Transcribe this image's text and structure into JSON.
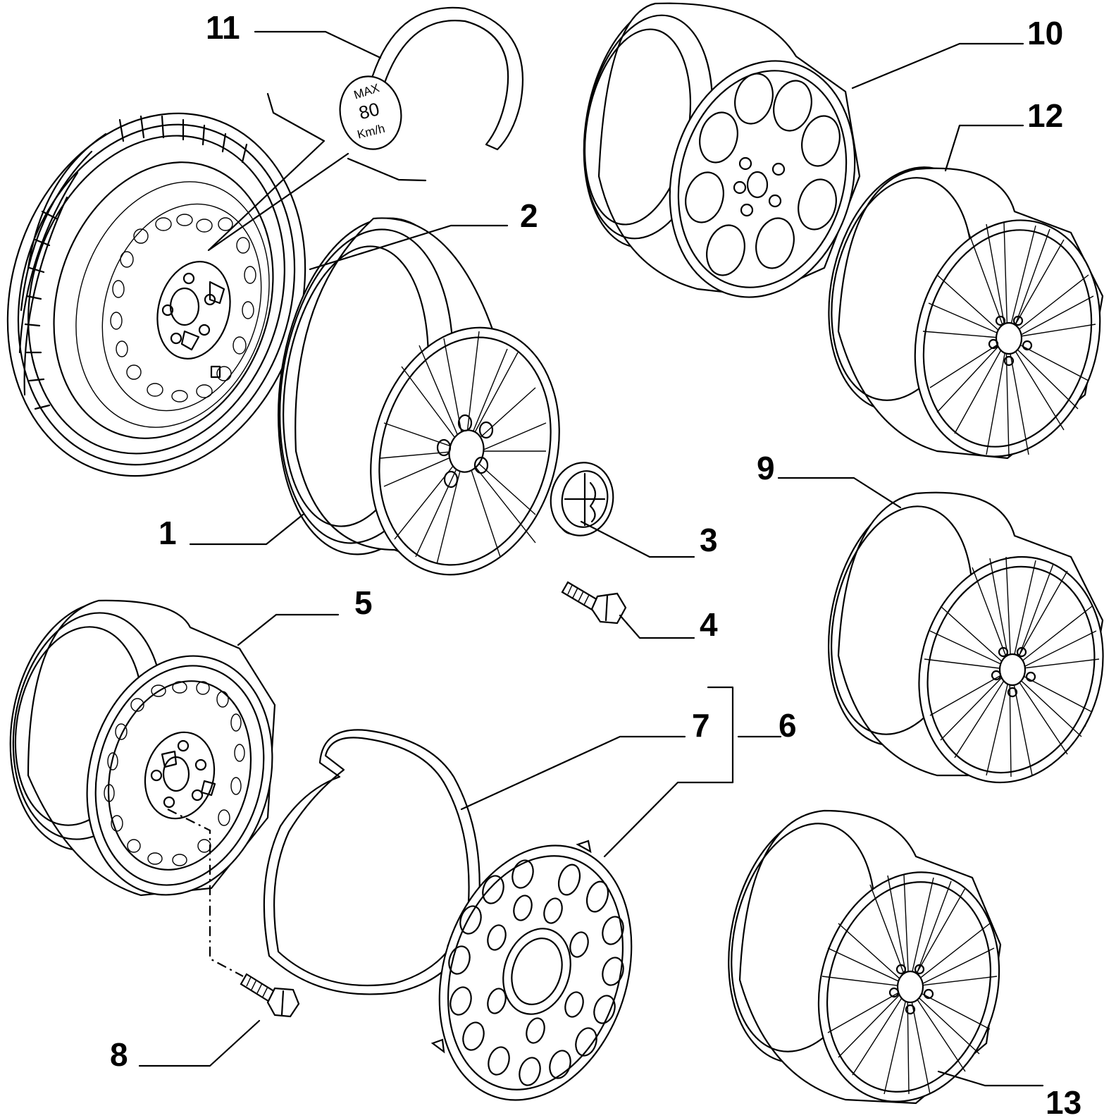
{
  "diagram": {
    "callouts": [
      {
        "id": "11",
        "label": "11"
      },
      {
        "id": "10",
        "label": "10"
      },
      {
        "id": "12",
        "label": "12"
      },
      {
        "id": "2",
        "label": "2"
      },
      {
        "id": "1",
        "label": "1"
      },
      {
        "id": "3",
        "label": "3"
      },
      {
        "id": "4",
        "label": "4"
      },
      {
        "id": "5",
        "label": "5"
      },
      {
        "id": "9",
        "label": "9"
      },
      {
        "id": "7",
        "label": "7"
      },
      {
        "id": "6",
        "label": "6"
      },
      {
        "id": "8",
        "label": "8"
      },
      {
        "id": "13",
        "label": "13"
      }
    ],
    "sticker": {
      "line1": "MAX",
      "line2": "80",
      "line3": "Km/h"
    }
  }
}
